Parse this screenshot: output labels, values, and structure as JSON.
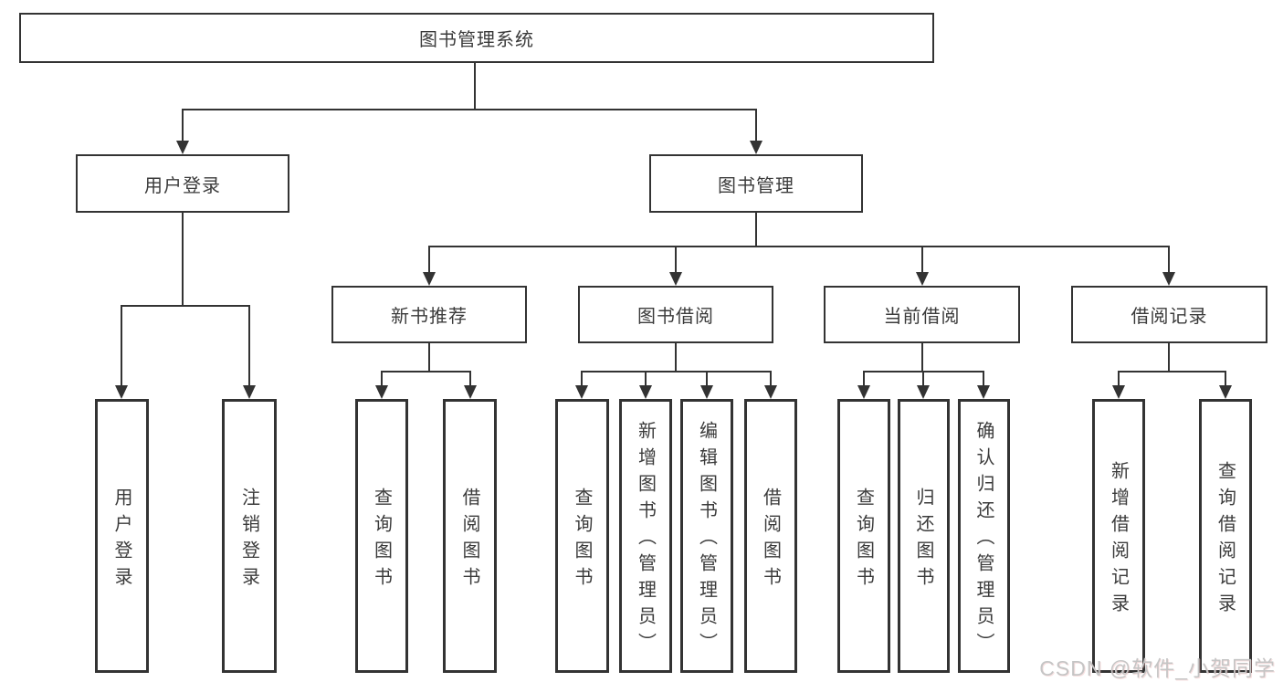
{
  "diagram": {
    "title": "图书管理系统",
    "nodes": {
      "root": "图书管理系统",
      "user_login": "用户登录",
      "book_mgmt": "图书管理",
      "new_book_rec": "新书推荐",
      "book_borrow": "图书借阅",
      "current_borrow": "当前借阅",
      "borrow_records": "借阅记录",
      "leaf_user_login": "用户登录",
      "leaf_logout": "注销登录",
      "leaf_nb_query": "查询图书",
      "leaf_nb_borrow": "借阅图书",
      "leaf_bb_query": "查询图书",
      "leaf_bb_add": "新增图书（管理员）",
      "leaf_bb_edit": "编辑图书（管理员）",
      "leaf_bb_borrow": "借阅图书",
      "leaf_cb_query": "查询图书",
      "leaf_cb_return": "归还图书",
      "leaf_cb_confirm": "确认归还（管理员）",
      "leaf_br_add": "新增借阅记录",
      "leaf_br_query": "查询借阅记录"
    },
    "colors": {
      "line": "#333333",
      "text": "#3b3b3b",
      "background": "#ffffff",
      "watermark": "#c5c5c5"
    }
  },
  "watermark": {
    "text": "CSDN @软件_小贺同学"
  }
}
